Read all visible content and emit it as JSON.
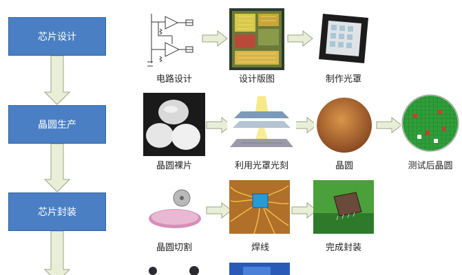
{
  "stages": [
    {
      "label": "芯片设计"
    },
    {
      "label": "晶圆生产"
    },
    {
      "label": "芯片封装"
    }
  ],
  "steps": {
    "design": [
      "电路设计",
      "设计版图",
      "制作光罩"
    ],
    "production": [
      "晶圆裸片",
      "利用光罩光刻",
      "晶圆",
      "测试后晶圆"
    ],
    "packaging": [
      "晶圆切割",
      "焊线",
      "完成封装"
    ]
  },
  "colors": {
    "stage_fill": "#4a7fc4",
    "arrow_fill": "#e9efd6",
    "arrow_stroke": "#9aa386"
  }
}
